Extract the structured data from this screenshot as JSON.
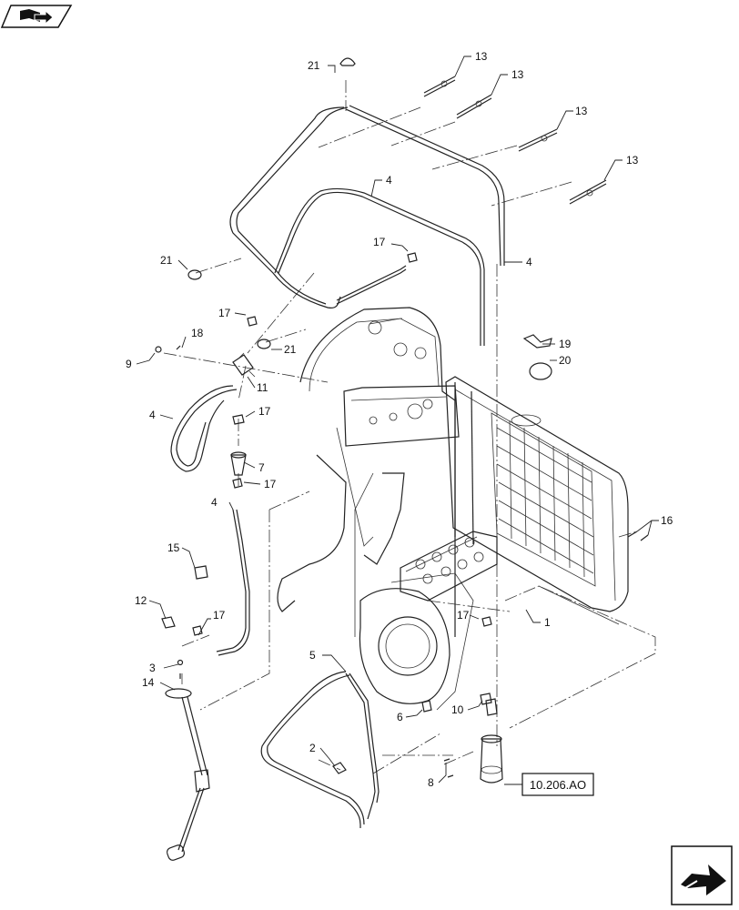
{
  "nav": {
    "back_icon": "book-back-arrow-icon",
    "next_icon": "next-page-arrow-icon"
  },
  "reference": "10.206.AO",
  "callouts": [
    {
      "id": "c21a",
      "text": "21"
    },
    {
      "id": "c13a",
      "text": "13"
    },
    {
      "id": "c13b",
      "text": "13"
    },
    {
      "id": "c13c",
      "text": "13"
    },
    {
      "id": "c13d",
      "text": "13"
    },
    {
      "id": "c4a",
      "text": "4"
    },
    {
      "id": "c4b",
      "text": "4"
    },
    {
      "id": "c21b",
      "text": "21"
    },
    {
      "id": "c17a",
      "text": "17"
    },
    {
      "id": "c17b",
      "text": "17"
    },
    {
      "id": "c21c",
      "text": "21"
    },
    {
      "id": "c19",
      "text": "19"
    },
    {
      "id": "c20",
      "text": "20"
    },
    {
      "id": "c18",
      "text": "18"
    },
    {
      "id": "c9",
      "text": "9"
    },
    {
      "id": "c11",
      "text": "11"
    },
    {
      "id": "c4c",
      "text": "4"
    },
    {
      "id": "c17c",
      "text": "17"
    },
    {
      "id": "c7",
      "text": "7"
    },
    {
      "id": "c17d",
      "text": "17"
    },
    {
      "id": "c4d",
      "text": "4"
    },
    {
      "id": "c16",
      "text": "16"
    },
    {
      "id": "c15",
      "text": "15"
    },
    {
      "id": "c12",
      "text": "12"
    },
    {
      "id": "c17e",
      "text": "17"
    },
    {
      "id": "c17f",
      "text": "17"
    },
    {
      "id": "c1",
      "text": "1"
    },
    {
      "id": "c5",
      "text": "5"
    },
    {
      "id": "c3",
      "text": "3"
    },
    {
      "id": "c14",
      "text": "14"
    },
    {
      "id": "c6",
      "text": "6"
    },
    {
      "id": "c10",
      "text": "10"
    },
    {
      "id": "c2",
      "text": "2"
    },
    {
      "id": "c8",
      "text": "8"
    }
  ]
}
